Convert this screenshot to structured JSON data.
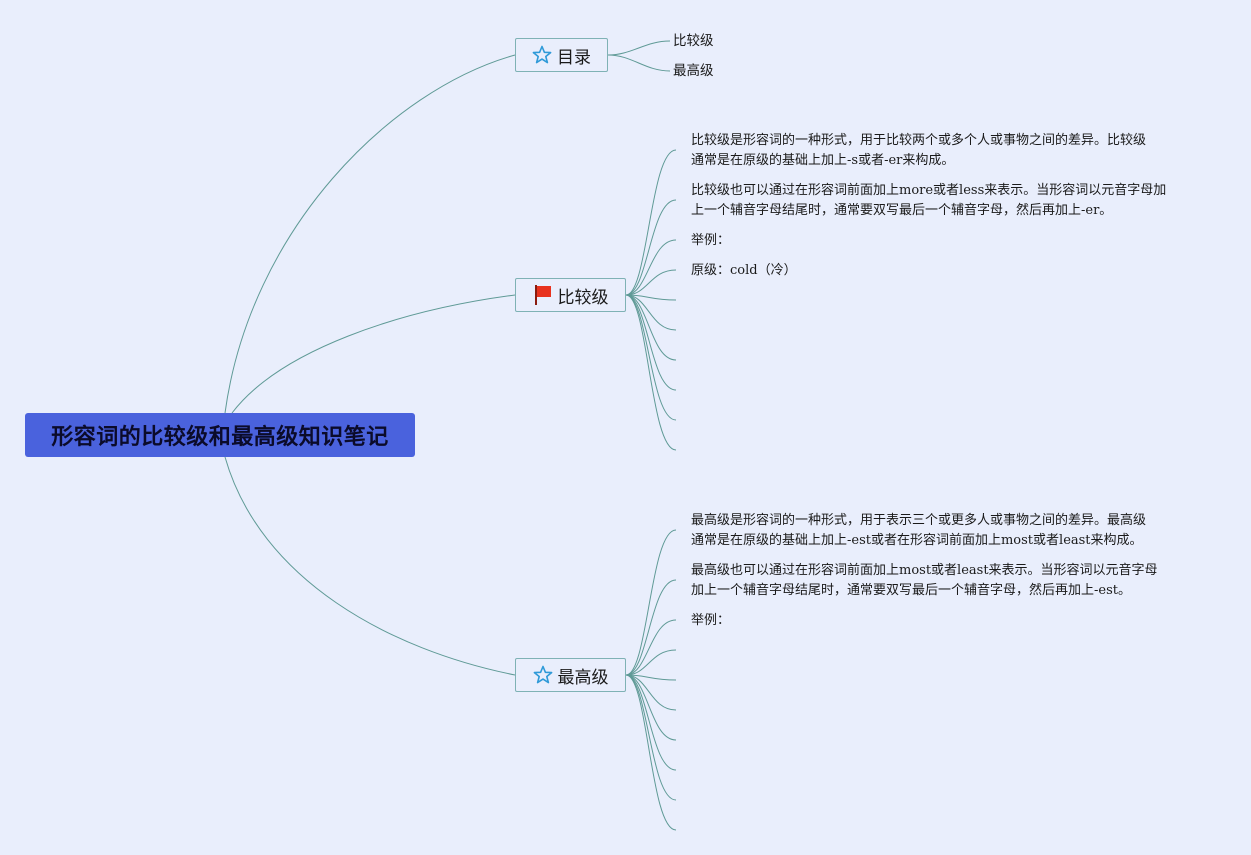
{
  "root": {
    "title": "形容词的比较级和最高级知识笔记"
  },
  "toc": {
    "label": "目录",
    "icon": "star-icon",
    "items": [
      "比较级",
      "最高级"
    ]
  },
  "comparative": {
    "label": "比较级",
    "icon": "red-flag-icon",
    "paragraphs": [
      [
        "比较级是形容词的一种形式，用于比较两个或多个人或事物之间的差异。比较级",
        "通常是在原级的基础上加上-s或者-er来构成。"
      ],
      [
        "比较级也可以通过在形容词前面加上more或者less来表示。当形容词以元音字母加",
        "上一个辅音字母结尾时，通常要双写最后一个辅音字母，然后再加上-er。"
      ],
      [
        "举例："
      ],
      [
        "原级：cold（冷）"
      ]
    ]
  },
  "superlative": {
    "label": "最高级",
    "icon": "star-icon",
    "paragraphs": [
      [
        "最高级是形容词的一种形式，用于表示三个或更多人或事物之间的差异。最高级",
        "通常是在原级的基础上加上-est或者在形容词前面加上most或者least来构成。"
      ],
      [
        "最高级也可以通过在形容词前面加上most或者least来表示。当形容词以元音字母",
        "加上一个辅音字母结尾时，通常要双写最后一个辅音字母，然后再加上-est。"
      ],
      [
        "举例："
      ]
    ]
  },
  "colors": {
    "background": "#e9eefc",
    "root_fill": "#4a62dd",
    "branch_border": "#7fb2b5",
    "connector": "#5f9a96",
    "star": "#2f9ad8",
    "flag": "#e8321e"
  }
}
